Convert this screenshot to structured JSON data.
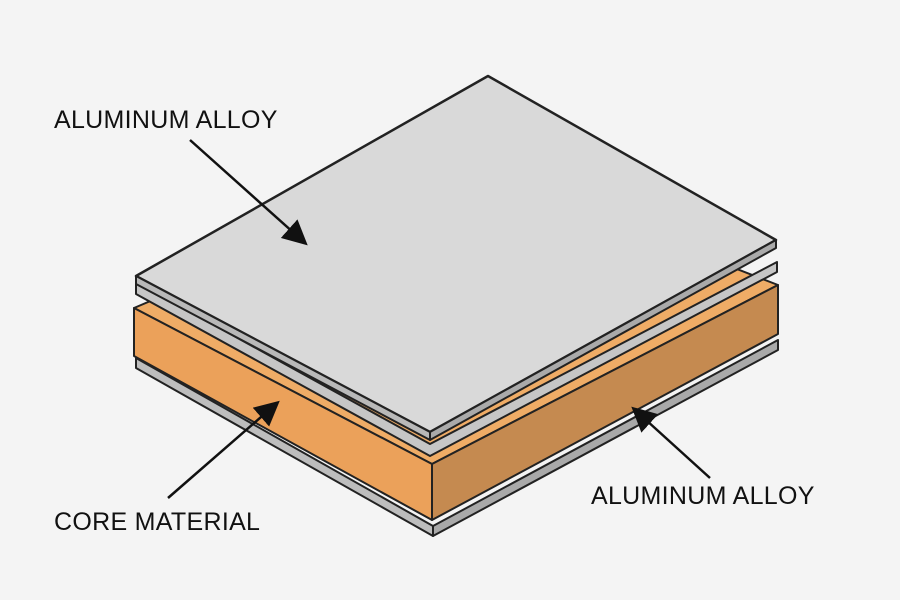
{
  "labels": {
    "top_layer": "ALUMINUM ALLOY",
    "core_layer": "CORE MATERIAL",
    "bottom_layer": "ALUMINUM ALLOY"
  },
  "colors": {
    "background": "#f4f4f4",
    "aluminum_top": "#d9d9d9",
    "aluminum_edge": "#bdbdbd",
    "aluminum_bottom": "#c9c9c9",
    "core_top": "#efac66",
    "core_front": "#eba15a",
    "core_side": "#c58a50",
    "outline": "#222222"
  }
}
